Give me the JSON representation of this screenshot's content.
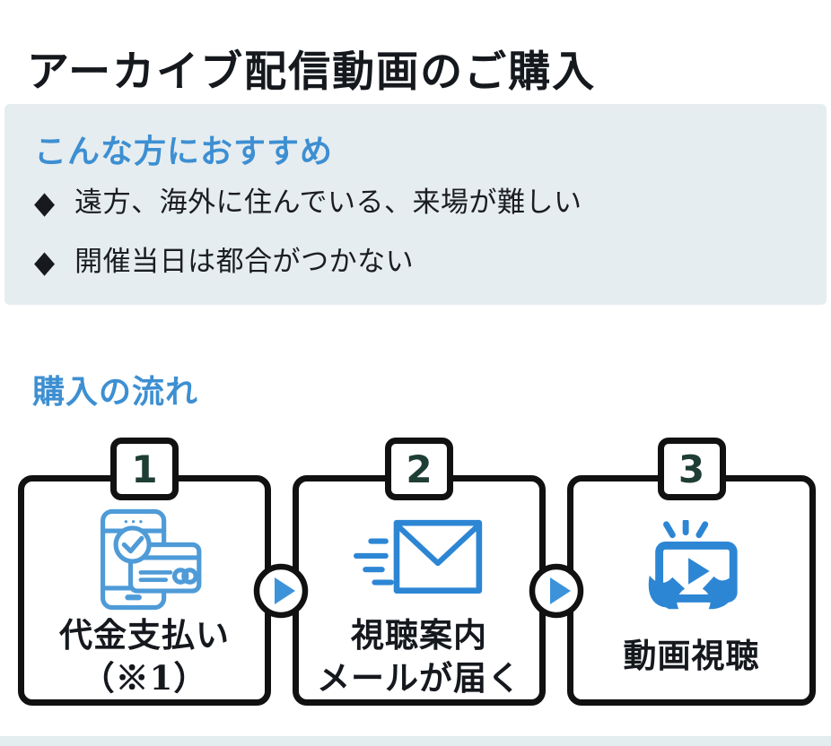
{
  "page": {
    "title": "アーカイブ配信動画のご購入"
  },
  "recommend": {
    "heading": "こんな方におすすめ",
    "bullet_icon": "◆",
    "items": [
      "遠方、海外に住んでいる、来場が難しい",
      "開催当日は都合がつかない"
    ]
  },
  "flow": {
    "heading": "購入の流れ",
    "steps": [
      {
        "number": "1",
        "icon": "payment-icon",
        "label_line1": "代金支払い",
        "label_line2": "（※1）"
      },
      {
        "number": "2",
        "icon": "mail-icon",
        "label_line1": "視聴案内",
        "label_line2": "メールが届く"
      },
      {
        "number": "3",
        "icon": "video-icon",
        "label_line1": "動画視聴",
        "label_line2": ""
      }
    ]
  },
  "colors": {
    "accent_blue": "#3d8fd2",
    "icon_blue": "#2d86d4",
    "icon_blue_light": "#4e9bd8",
    "arrow_blue": "#3d93da",
    "panel_bg": "#e6edf0",
    "number_green": "#1e3d35",
    "border_black": "#111111"
  }
}
